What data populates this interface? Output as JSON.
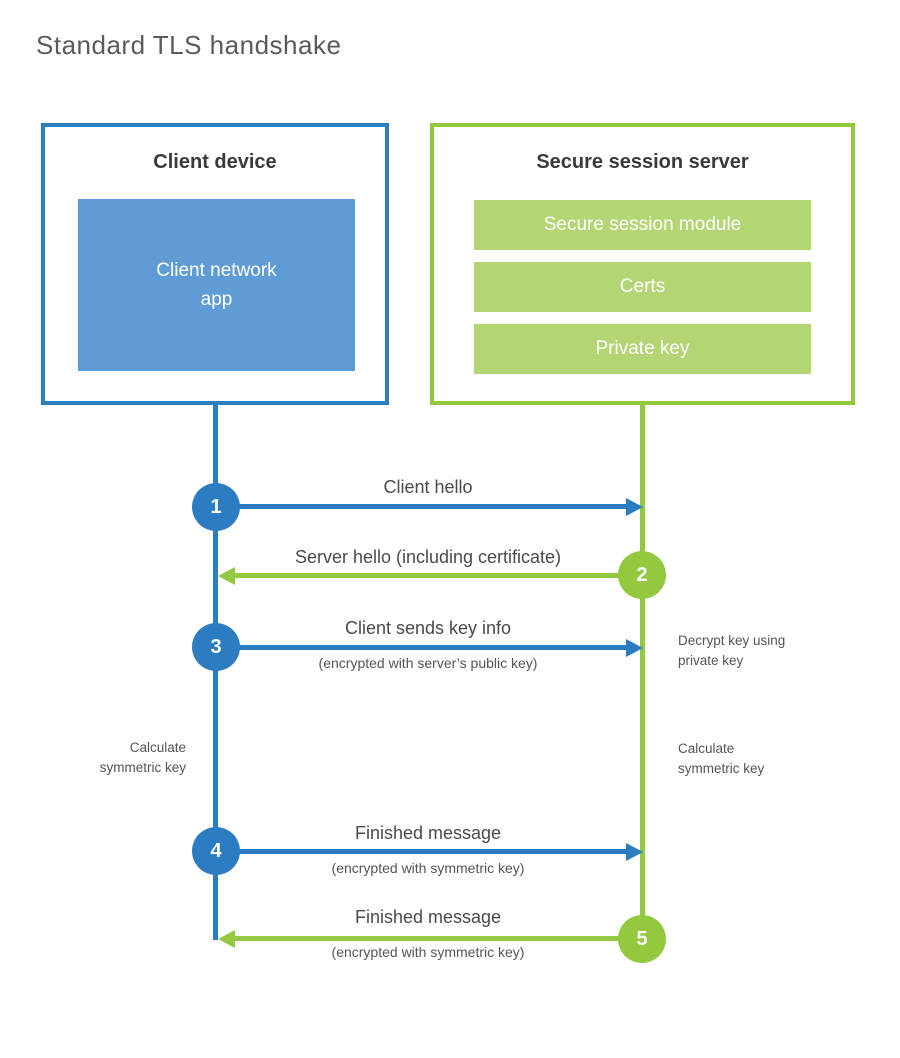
{
  "title": "Standard TLS handshake",
  "colors": {
    "blue_primary": "#2b7cc1",
    "blue_fill": "#5f9cd5",
    "green_primary": "#94c83e",
    "green_fill": "#b4d573",
    "heading_text": "#3a3a3a",
    "label_text": "#4a4a4a"
  },
  "client_box": {
    "title": "Client device",
    "app_label": "Client network\napp"
  },
  "server_box": {
    "title": "Secure session server",
    "modules": [
      "Secure session module",
      "Certs",
      "Private key"
    ]
  },
  "steps": [
    {
      "num": "1",
      "label": "Client hello",
      "sub": "",
      "direction": "client-to-server"
    },
    {
      "num": "2",
      "label": "Server hello (including certificate)",
      "sub": "",
      "direction": "server-to-client"
    },
    {
      "num": "3",
      "label": "Client sends key info",
      "sub": "(encrypted with server’s public key)",
      "direction": "client-to-server"
    },
    {
      "num": "4",
      "label": "Finished message",
      "sub": "(encrypted with symmetric key)",
      "direction": "client-to-server"
    },
    {
      "num": "5",
      "label": "Finished message",
      "sub": "(encrypted with symmetric key)",
      "direction": "server-to-client"
    }
  ],
  "annotations": {
    "client_side": "Calculate\nsymmetric key",
    "server_side_1": "Decrypt key using\nprivate key",
    "server_side_2": "Calculate\nsymmetric key"
  }
}
